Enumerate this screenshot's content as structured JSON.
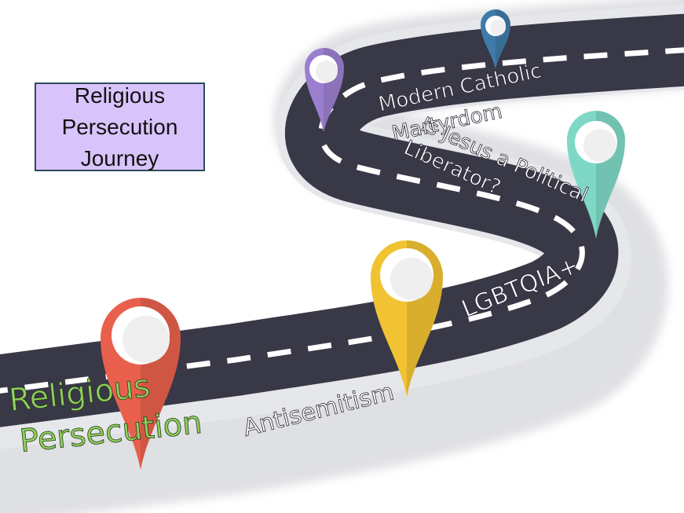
{
  "title": "Religious Persecution Journey",
  "colors": {
    "road": "#383847",
    "road_edge": "#e6e7ea",
    "road_shadow": "#d4d6da",
    "dash": "#ffffff",
    "title_fill": "#d9c3fb",
    "title_border": "#2e4a5c",
    "label_green": "#8ed05e",
    "label_white": "#ffffff"
  },
  "pins": [
    {
      "id": "red",
      "color": "#e8604c",
      "label": "Religious Persecution",
      "label_lines": [
        "Religious",
        "Persecution"
      ],
      "icon": "map-pin-icon"
    },
    {
      "id": "yellow",
      "color": "#f1c232",
      "label": "Antisemitism",
      "label_lines": [
        "Antisemitism"
      ],
      "icon": "map-pin-icon"
    },
    {
      "id": "none",
      "color": "",
      "label": "LGBTQIA+",
      "label_lines": [
        "LGBTQIA+"
      ],
      "icon": ""
    },
    {
      "id": "teal",
      "color": "#7fd8c6",
      "label": "Is Jesus a Political Liberator?",
      "label_lines": [
        "Is Jesus a Political",
        "Liberator?"
      ],
      "icon": "map-pin-icon"
    },
    {
      "id": "purple",
      "color": "#9b7fcf",
      "label": "Modern Catholic Martyrdom",
      "label_lines": [
        "Modern Catholic",
        "Martyrdom"
      ],
      "icon": "map-pin-icon"
    },
    {
      "id": "blue",
      "color": "#3f7ba8",
      "label": "",
      "label_lines": [],
      "icon": "map-pin-icon"
    }
  ]
}
